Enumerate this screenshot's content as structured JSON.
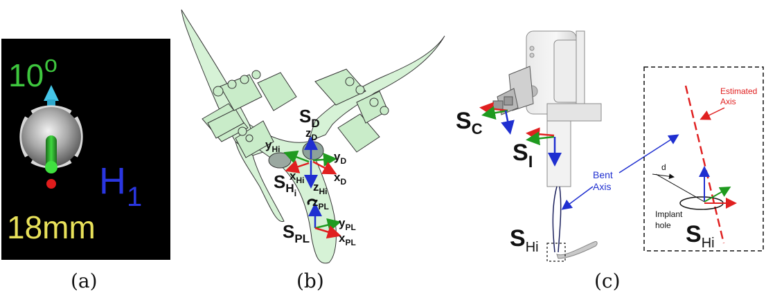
{
  "panel_a": {
    "angle_value": "10",
    "angle_symbol": "o",
    "hole_label_main": "H",
    "hole_label_sub": "1",
    "distance": "18mm",
    "colors": {
      "angle": "#3ec63e",
      "distance": "#e8e15a",
      "hole": "#2a36e0",
      "arrow": "#45c6e8",
      "background": "#000000"
    }
  },
  "panel_b": {
    "SD": {
      "main": "S",
      "sub": "D"
    },
    "zD": {
      "main": "z",
      "sub": "D"
    },
    "yHi": {
      "main": "y",
      "sub": "Hi"
    },
    "yD": {
      "main": "y",
      "sub": "D"
    },
    "xHi": {
      "main": "x",
      "sub": "Hi"
    },
    "xD": {
      "main": "x",
      "sub": "D"
    },
    "SHi": {
      "main": "S",
      "sub": "H",
      "subsub": "i"
    },
    "zHi": {
      "main": "z",
      "sub": "Hi"
    },
    "zPL": {
      "main": "z",
      "sub": "PL"
    },
    "yPL": {
      "main": "y",
      "sub": "PL"
    },
    "SPL": {
      "main": "S",
      "sub": "PL"
    },
    "xPL": {
      "main": "x",
      "sub": "PL"
    }
  },
  "panel_c": {
    "SC": {
      "main": "S",
      "sub": "C"
    },
    "SI": {
      "main": "S",
      "sub": "I"
    },
    "SHi": {
      "main": "S",
      "sub": "Hi"
    },
    "bent_axis_line1": "Bent",
    "bent_axis_line2": "Axis",
    "estimated_axis_line1": "Estimated",
    "estimated_axis_line2": "Axis",
    "d_label": "d",
    "implant_hole_line1": "Implant",
    "implant_hole_line2": "hole",
    "inset_SHi": {
      "main": "S",
      "sub": "Hi"
    },
    "colors": {
      "bent_axis": "#1f2fd0",
      "estimated_axis": "#e02020"
    }
  },
  "captions": {
    "a": "(a)",
    "b": "(b)",
    "c": "(c)"
  }
}
